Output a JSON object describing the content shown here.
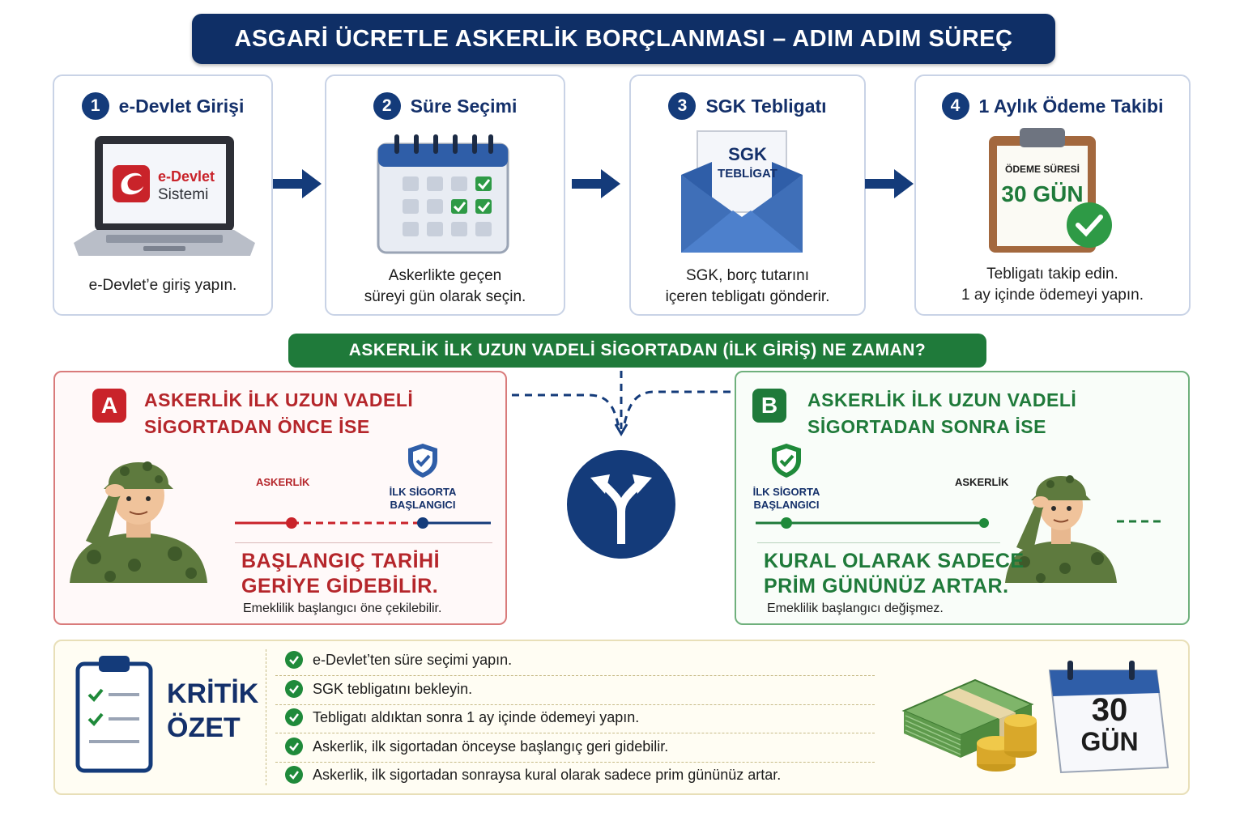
{
  "title": "ASGARİ ÜCRETLE ASKERLİK BORÇLANMASI – ADIM ADIM SÜREÇ",
  "steps": [
    {
      "num": "1",
      "title": "e-Devlet Girişi",
      "text_lines": [
        "e-Devlet’e giriş yapın."
      ],
      "icon": "laptop-icon",
      "screen_line1": "e-Devlet",
      "screen_line2": "Sistemi"
    },
    {
      "num": "2",
      "title": "Süre Seçimi",
      "text_lines": [
        "Askerlikte geçen",
        "süreyi gün olarak seçin."
      ],
      "icon": "calendar-icon"
    },
    {
      "num": "3",
      "title": "SGK Tebligatı",
      "text_lines": [
        "SGK, borç tutarını",
        "içeren tebligatı gönderir."
      ],
      "icon": "envelope-icon",
      "letter_line1": "SGK",
      "letter_line2": "TEBLİGAT"
    },
    {
      "num": "4",
      "title": "1 Aylık Ödeme Takibi",
      "text_lines": [
        "Tebligatı takip edin.",
        "1 ay içinde ödemeyi yapın."
      ],
      "icon": "clipboard-icon",
      "board_line1": "ÖDEME SÜRESİ",
      "board_line2": "30 GÜN"
    }
  ],
  "question": "ASKERLİK İLK UZUN VADELİ SİGORTADAN (İLK GİRİŞ) NE ZAMAN?",
  "case_a": {
    "badge": "A",
    "title_line1": "ASKERLİK  İLK UZUN VADELİ",
    "title_line2": "SİGORTADAN ÖNCE İSE",
    "timeline_label_1": "ASKERLİK",
    "timeline_label_2_line1": "İLK SİGORTA",
    "timeline_label_2_line2": "BAŞLANGICI",
    "result_line1": "BAŞLANGIÇ TARİHİ",
    "result_line2": "GERİYE GİDEBİLİR.",
    "note": "Emeklilik başlangıcı öne çekilebilir."
  },
  "case_b": {
    "badge": "B",
    "title_line1": "ASKERLİK  İLK UZUN VADELİ",
    "title_line2": "SİGORTADAN SONRA İSE",
    "timeline_label_1_line1": "İLK SİGORTA",
    "timeline_label_1_line2": "BAŞLANGICI",
    "timeline_label_2": "ASKERLİK",
    "result_line1": "KURAL OLARAK SADECE",
    "result_line2": "PRİM GÜNÜNÜZ ARTAR.",
    "note": "Emeklilik başlangıcı değişmez."
  },
  "summary": {
    "title_line1": "KRİTİK",
    "title_line2": "ÖZET",
    "items": [
      "e-Devlet’ten süre seçimi yapın.",
      "SGK tebligatını bekleyin.",
      "Tebligatı aldıktan sonra 1 ay içinde ödemeyi yapın.",
      "Askerlik, ilk sigortadan önceyse başlangıç geri gidebilir.",
      "Askerlik, ilk sigortadan sonraysa kural olarak sadece prim gününüz artar."
    ],
    "calendar_line1": "30",
    "calendar_line2": "GÜN"
  },
  "colors": {
    "navy": "#143b7a",
    "green": "#1f7a3a",
    "red": "#b5262b",
    "case_a_border": "#d97b7b",
    "case_b_border": "#6fb07c"
  }
}
